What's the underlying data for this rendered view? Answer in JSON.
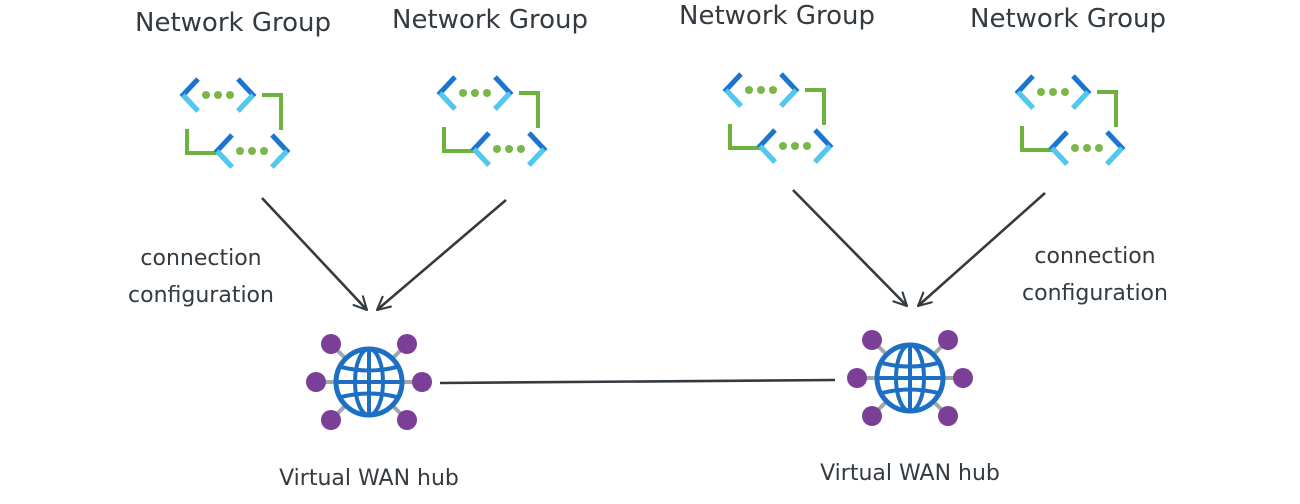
{
  "network_groups": [
    {
      "id": "ng1",
      "title": "Network Group"
    },
    {
      "id": "ng2",
      "title": "Network Group"
    },
    {
      "id": "ng3",
      "title": "Network Group"
    },
    {
      "id": "ng4",
      "title": "Network Group"
    }
  ],
  "edge_labels": {
    "left": {
      "line1": "connection",
      "line2": "configuration"
    },
    "right": {
      "line1": "connection",
      "line2": "configuration"
    }
  },
  "hubs": [
    {
      "id": "hub1",
      "title": "Virtual WAN hub"
    },
    {
      "id": "hub2",
      "title": "Virtual WAN hub"
    }
  ],
  "icons": {
    "network_group": "network-group-icon",
    "hub": "virtual-wan-hub-icon"
  },
  "colors": {
    "bracket_blue_dark": "#1b75d0",
    "bracket_blue_light": "#50c8f0",
    "dots_green": "#7ab648",
    "frame_green": "#6cb33e",
    "hub_globe": "#1d6fc4",
    "hub_node": "#7b3f98",
    "hub_spoke": "#a0a7ad",
    "arrow": "#333a40",
    "text": "#333a40"
  }
}
